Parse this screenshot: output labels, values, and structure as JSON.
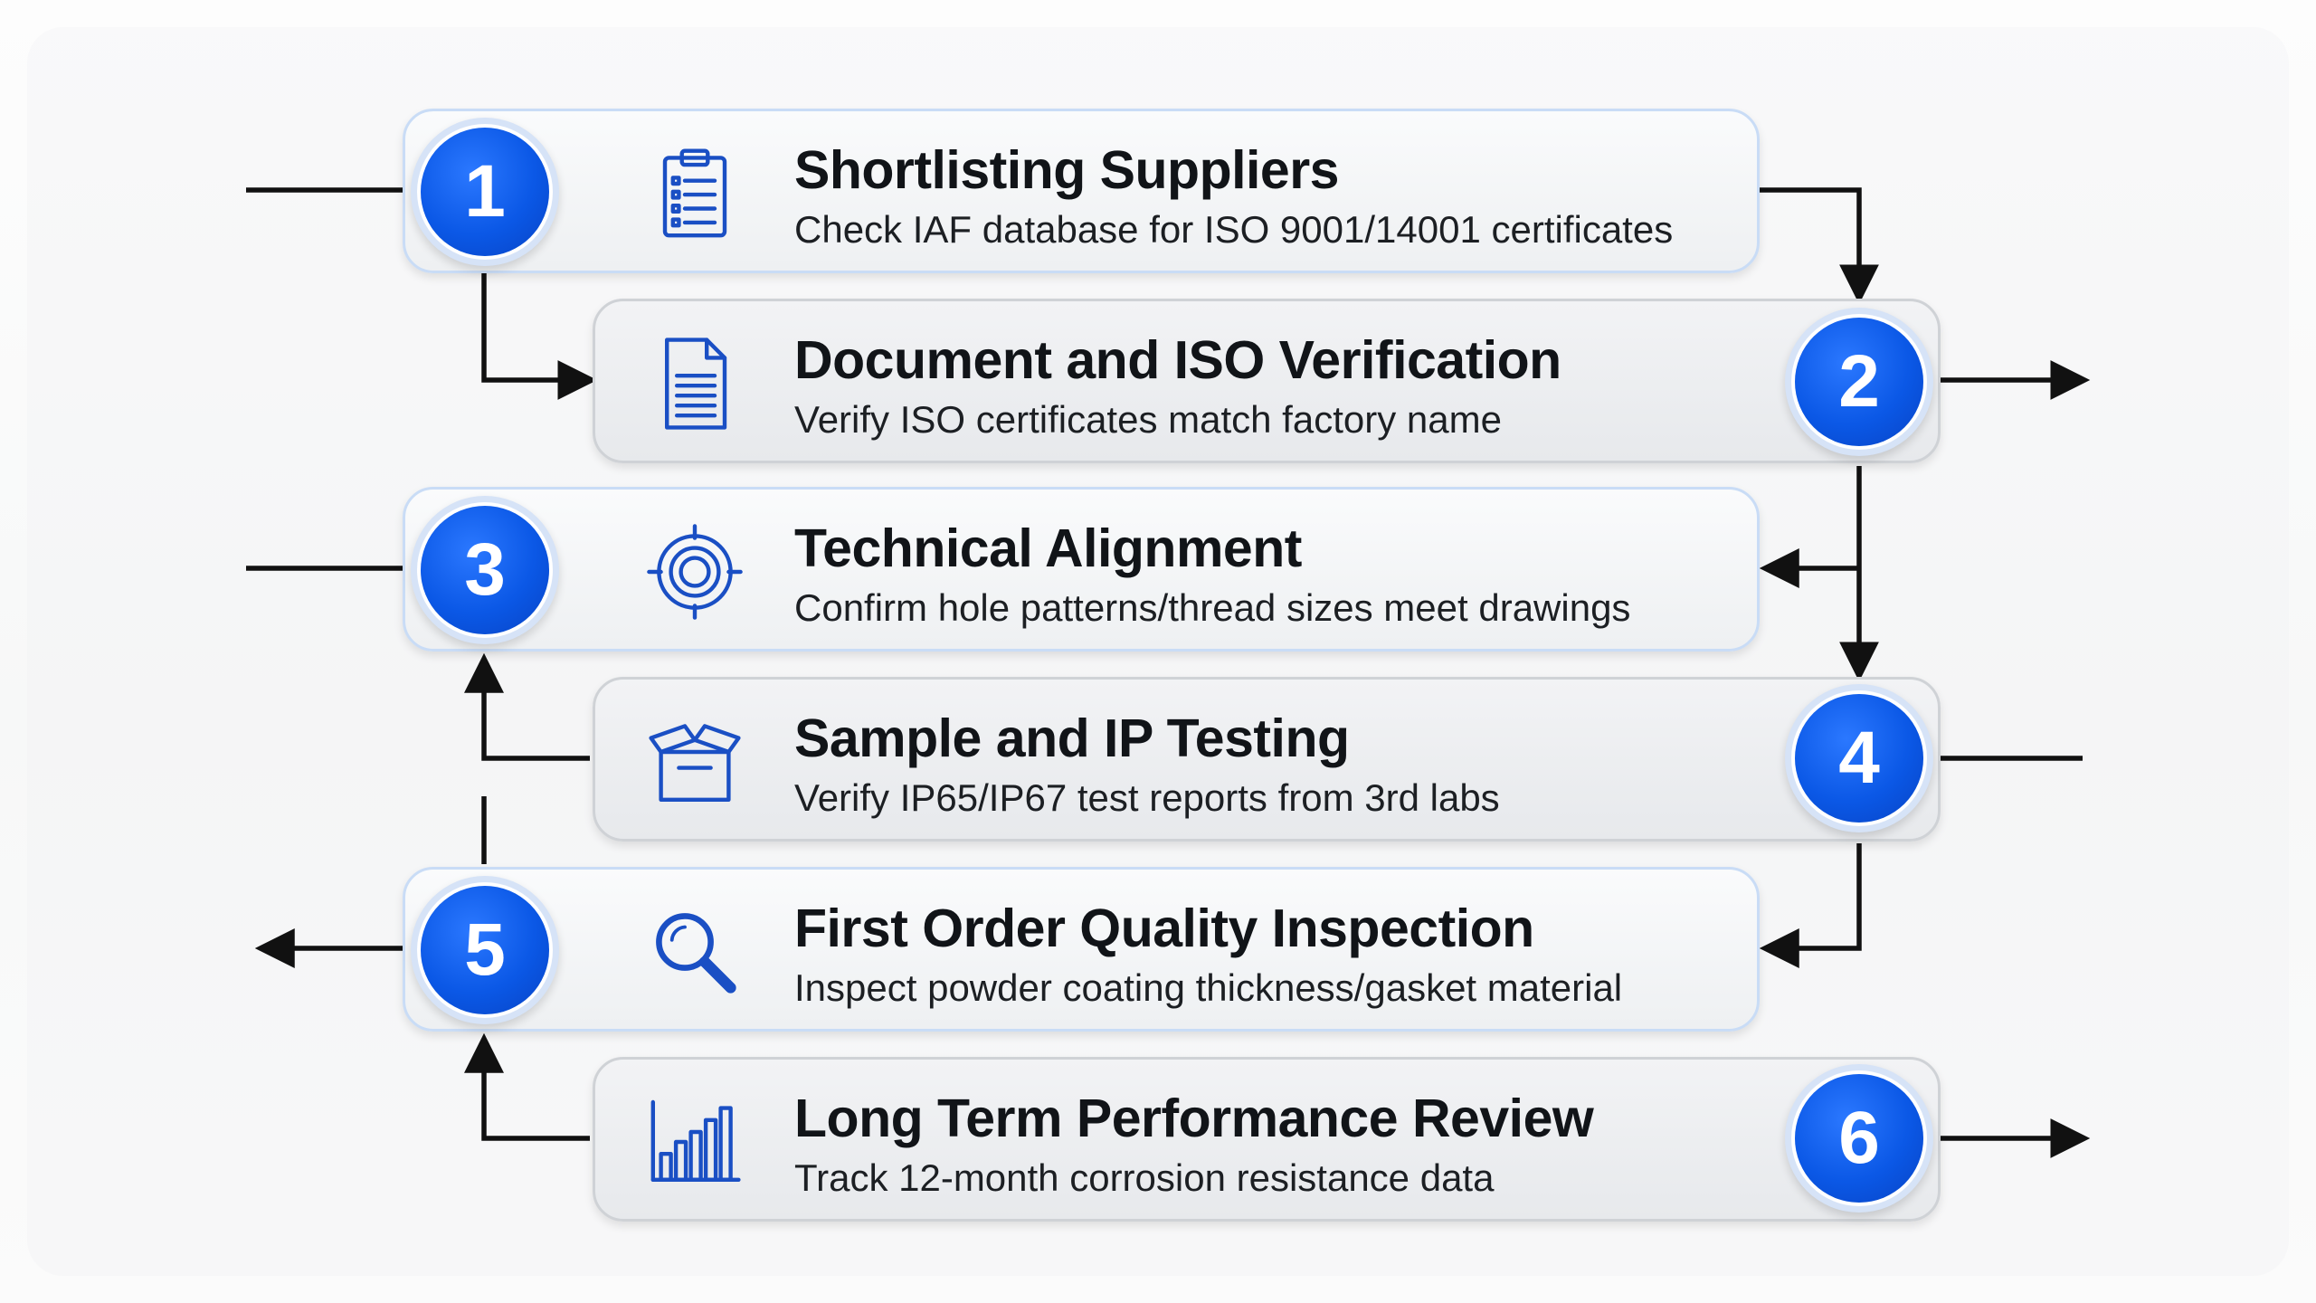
{
  "diagram": {
    "steps": [
      {
        "number": "1",
        "title": "Shortlisting Suppliers",
        "description": "Check IAF database for ISO 9001/14001 certificates",
        "icon": "clipboard-list-icon"
      },
      {
        "number": "2",
        "title": "Document and ISO Verification",
        "description": "Verify ISO certificates match factory name",
        "icon": "document-icon"
      },
      {
        "number": "3",
        "title": "Technical Alignment",
        "description": "Confirm hole patterns/thread sizes meet drawings",
        "icon": "target-gear-icon"
      },
      {
        "number": "4",
        "title": "Sample and IP Testing",
        "description": "Verify IP65/IP67 test reports from 3rd labs",
        "icon": "box-icon"
      },
      {
        "number": "5",
        "title": "First Order Quality Inspection",
        "description": "Inspect powder coating thickness/gasket material",
        "icon": "magnifier-icon"
      },
      {
        "number": "6",
        "title": "Long Term Performance Review",
        "description": "Track 12-month corrosion resistance data",
        "icon": "bar-chart-icon"
      }
    ],
    "colors": {
      "badge_blue": "#0b58e6",
      "icon_blue": "#1a4fc4",
      "connector": "#111111",
      "card_border_left": "#c9dcf6",
      "card_border_right": "#cfd2d6"
    }
  }
}
